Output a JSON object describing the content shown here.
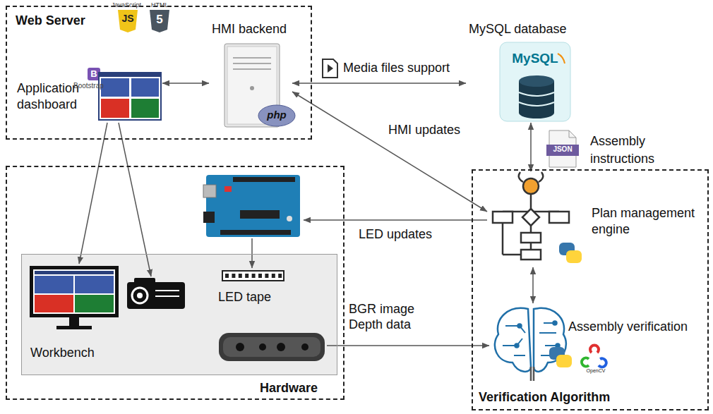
{
  "diagram": {
    "nodes": [
      {
        "text": [
          "Web Server"
        ]
      },
      {
        "text": [
          "Application dashboard"
        ],
        "in": 0
      },
      {
        "text": [
          "HMI backend"
        ],
        "in": 0
      },
      {
        "text": [
          "MySQL database"
        ]
      },
      {
        "text": [
          "Hardware"
        ]
      },
      {
        "text": [
          "Workbench"
        ],
        "in": 4
      },
      {
        "text": [
          "LED tape"
        ],
        "in": 5
      },
      {
        "text": [
          "Verification Algorithm"
        ]
      },
      {
        "text": [
          "Plan management engine"
        ],
        "in": 7
      },
      {
        "text": [
          "Assembly verification"
        ],
        "in": 7
      }
    ],
    "edges": [
      {
        "from": 1,
        "to": 2,
        "arrow": "both"
      },
      {
        "from": 2,
        "to": 3,
        "label": "Media files support",
        "arrow": "both"
      },
      {
        "from": 2,
        "to": 8,
        "label": "HMI updates",
        "arrow": "both"
      },
      {
        "from": 3,
        "to": 8,
        "label": "Assembly instructions",
        "arrow": "both"
      },
      {
        "from": 8,
        "to": 9,
        "arrow": "both"
      }
    ],
    "labels": [
      "LED updates",
      "BGR image Depth data",
      "Bootstrap",
      "B",
      "JavaScript",
      "JS",
      "HTML",
      "5",
      "php",
      "MySQL",
      "JSON",
      "OpenCV"
    ]
  }
}
